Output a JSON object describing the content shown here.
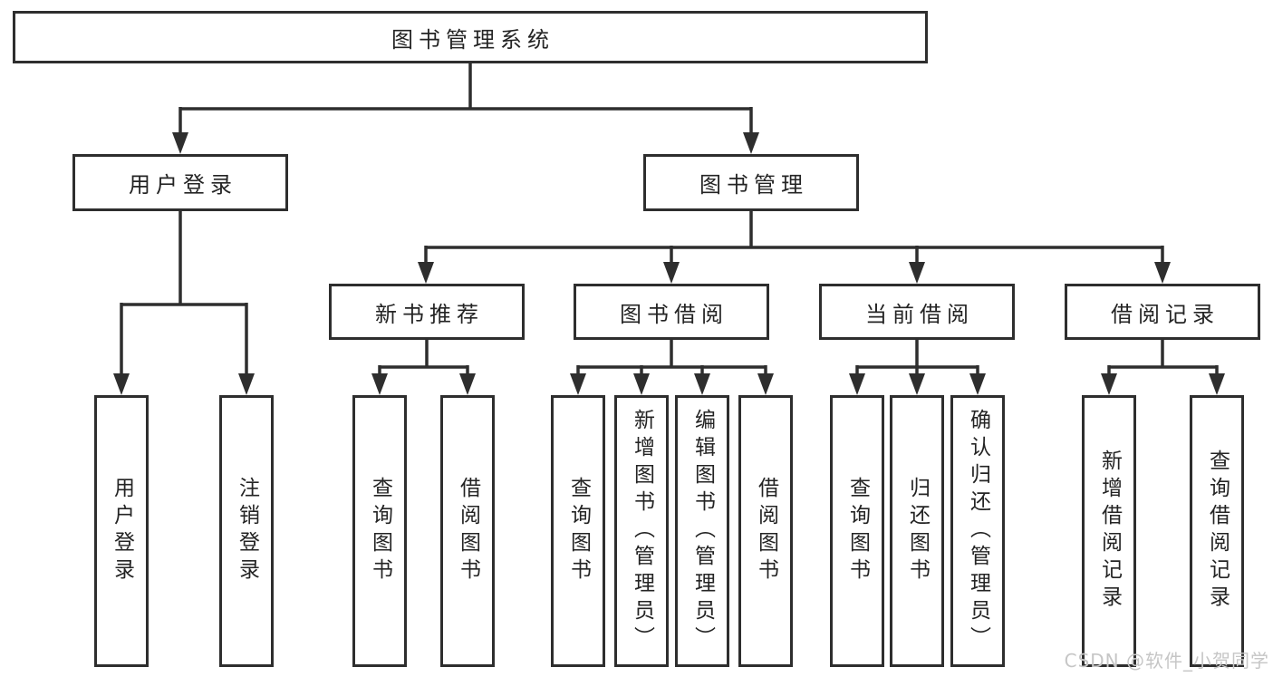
{
  "tree": {
    "root": "图书管理系统",
    "branches": [
      {
        "label": "用户登录",
        "leaves": [
          "用户登录",
          "注销登录"
        ]
      },
      {
        "label": "图书管理",
        "groups": [
          {
            "label": "新书推荐",
            "leaves": [
              "查询图书",
              "借阅图书"
            ]
          },
          {
            "label": "图书借阅",
            "leaves": [
              "查询图书",
              "新增图书（管理员）",
              "编辑图书（管理员）",
              "借阅图书"
            ]
          },
          {
            "label": "当前借阅",
            "leaves": [
              "查询图书",
              "归还图书",
              "确认归还（管理员）"
            ]
          },
          {
            "label": "借阅记录",
            "leaves": [
              "新增借阅记录",
              "查询借阅记录"
            ]
          }
        ]
      }
    ]
  },
  "watermark": {
    "text": "CSDN @软件_小贺同学"
  },
  "colors": {
    "line": "#2e2e2e",
    "box_border": "#2e2e2e",
    "text": "#242424",
    "watermark": "#c6c6c6",
    "background": "#ffffff"
  }
}
